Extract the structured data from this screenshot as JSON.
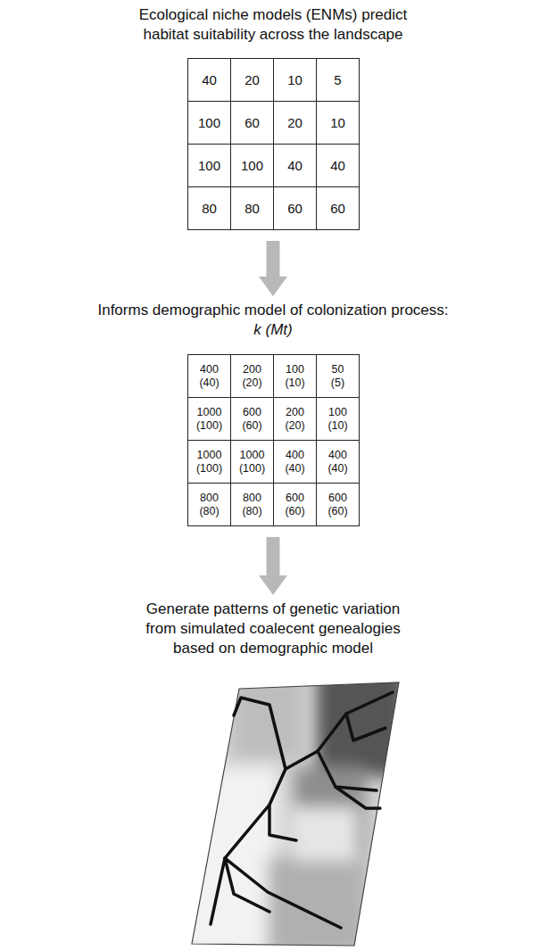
{
  "diagram": {
    "nodes": [
      {
        "text": [
          "Ecological niche models (ENMs) predict habitat suitability across the landscape"
        ]
      },
      {
        "text": [
          "40"
        ],
        "in": 0
      },
      {
        "text": [
          "20"
        ],
        "in": 0
      },
      {
        "text": [
          "10"
        ],
        "in": 0
      },
      {
        "text": [
          "5"
        ],
        "in": 0
      },
      {
        "text": [
          "100"
        ],
        "in": 0
      },
      {
        "text": [
          "60"
        ],
        "in": 0
      },
      {
        "text": [
          "20"
        ],
        "in": 0
      },
      {
        "text": [
          "10"
        ],
        "in": 0
      },
      {
        "text": [
          "100"
        ],
        "in": 0
      },
      {
        "text": [
          "100"
        ],
        "in": 0
      },
      {
        "text": [
          "40"
        ],
        "in": 0
      },
      {
        "text": [
          "40"
        ],
        "in": 0
      },
      {
        "text": [
          "80"
        ],
        "in": 0
      },
      {
        "text": [
          "80"
        ],
        "in": 0
      },
      {
        "text": [
          "60"
        ],
        "in": 0
      },
      {
        "text": [
          "60"
        ],
        "in": 0
      },
      {
        "text": [
          "Informs demographic model of colonization process:",
          "k (Mt)"
        ]
      },
      {
        "text": [
          "400 (40)"
        ],
        "in": 17
      },
      {
        "text": [
          "200 (20)"
        ],
        "in": 17
      },
      {
        "text": [
          "100 (10)"
        ],
        "in": 17
      },
      {
        "text": [
          "50 (5)"
        ],
        "in": 17
      },
      {
        "text": [
          "1000 (100)"
        ],
        "in": 17
      },
      {
        "text": [
          "600 (60)"
        ],
        "in": 17
      },
      {
        "text": [
          "200 (20)"
        ],
        "in": 17
      },
      {
        "text": [
          "100 (10)"
        ],
        "in": 17
      },
      {
        "text": [
          "1000 (100)"
        ],
        "in": 17
      },
      {
        "text": [
          "1000 (100)"
        ],
        "in": 17
      },
      {
        "text": [
          "400 (40)"
        ],
        "in": 17
      },
      {
        "text": [
          "400 (40)"
        ],
        "in": 17
      },
      {
        "text": [
          "800 (80)"
        ],
        "in": 17
      },
      {
        "text": [
          "800 (80)"
        ],
        "in": 17
      },
      {
        "text": [
          "600 (60)"
        ],
        "in": 17
      },
      {
        "text": [
          "600 (60)"
        ],
        "in": 17
      },
      {
        "text": [
          "Generate patterns of genetic variation from simulated coalecent genealogies based on demographic model"
        ]
      }
    ],
    "edges": [
      {
        "from": 0,
        "to": 17,
        "arrow": "to"
      },
      {
        "from": 17,
        "to": 34,
        "arrow": "to"
      }
    ]
  }
}
